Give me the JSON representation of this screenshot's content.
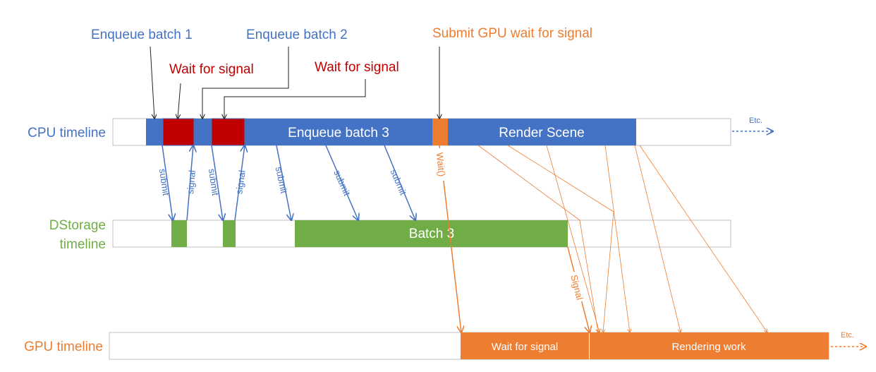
{
  "colors": {
    "blue": "#4472C4",
    "red": "#C00000",
    "green": "#70AD47",
    "orange": "#ED7D31",
    "dark": "#222222",
    "track_border": "#BFBFBF"
  },
  "timelines": {
    "cpu": "CPU timeline",
    "dstorage_line1": "DStorage",
    "dstorage_line2": "timeline",
    "gpu": "GPU timeline"
  },
  "callouts": {
    "enqueue_batch_1": "Enqueue batch 1",
    "enqueue_batch_2": "Enqueue batch 2",
    "wait_for_signal_1": "Wait for signal",
    "wait_for_signal_2": "Wait for signal",
    "submit_gpu_wait": "Submit GPU wait for signal"
  },
  "cpu_blocks": {
    "enqueue_batch_3": "Enqueue batch 3",
    "render_scene": "Render Scene"
  },
  "dstorage_blocks": {
    "batch_3": "Batch 3"
  },
  "gpu_blocks": {
    "wait_for_signal": "Wait for signal",
    "rendering_work": "Rendering work"
  },
  "arrow_labels": {
    "submit": "submit",
    "signal": "signal",
    "wait": "Wait()",
    "signal_orange": "Signal",
    "etc": "Etc."
  }
}
